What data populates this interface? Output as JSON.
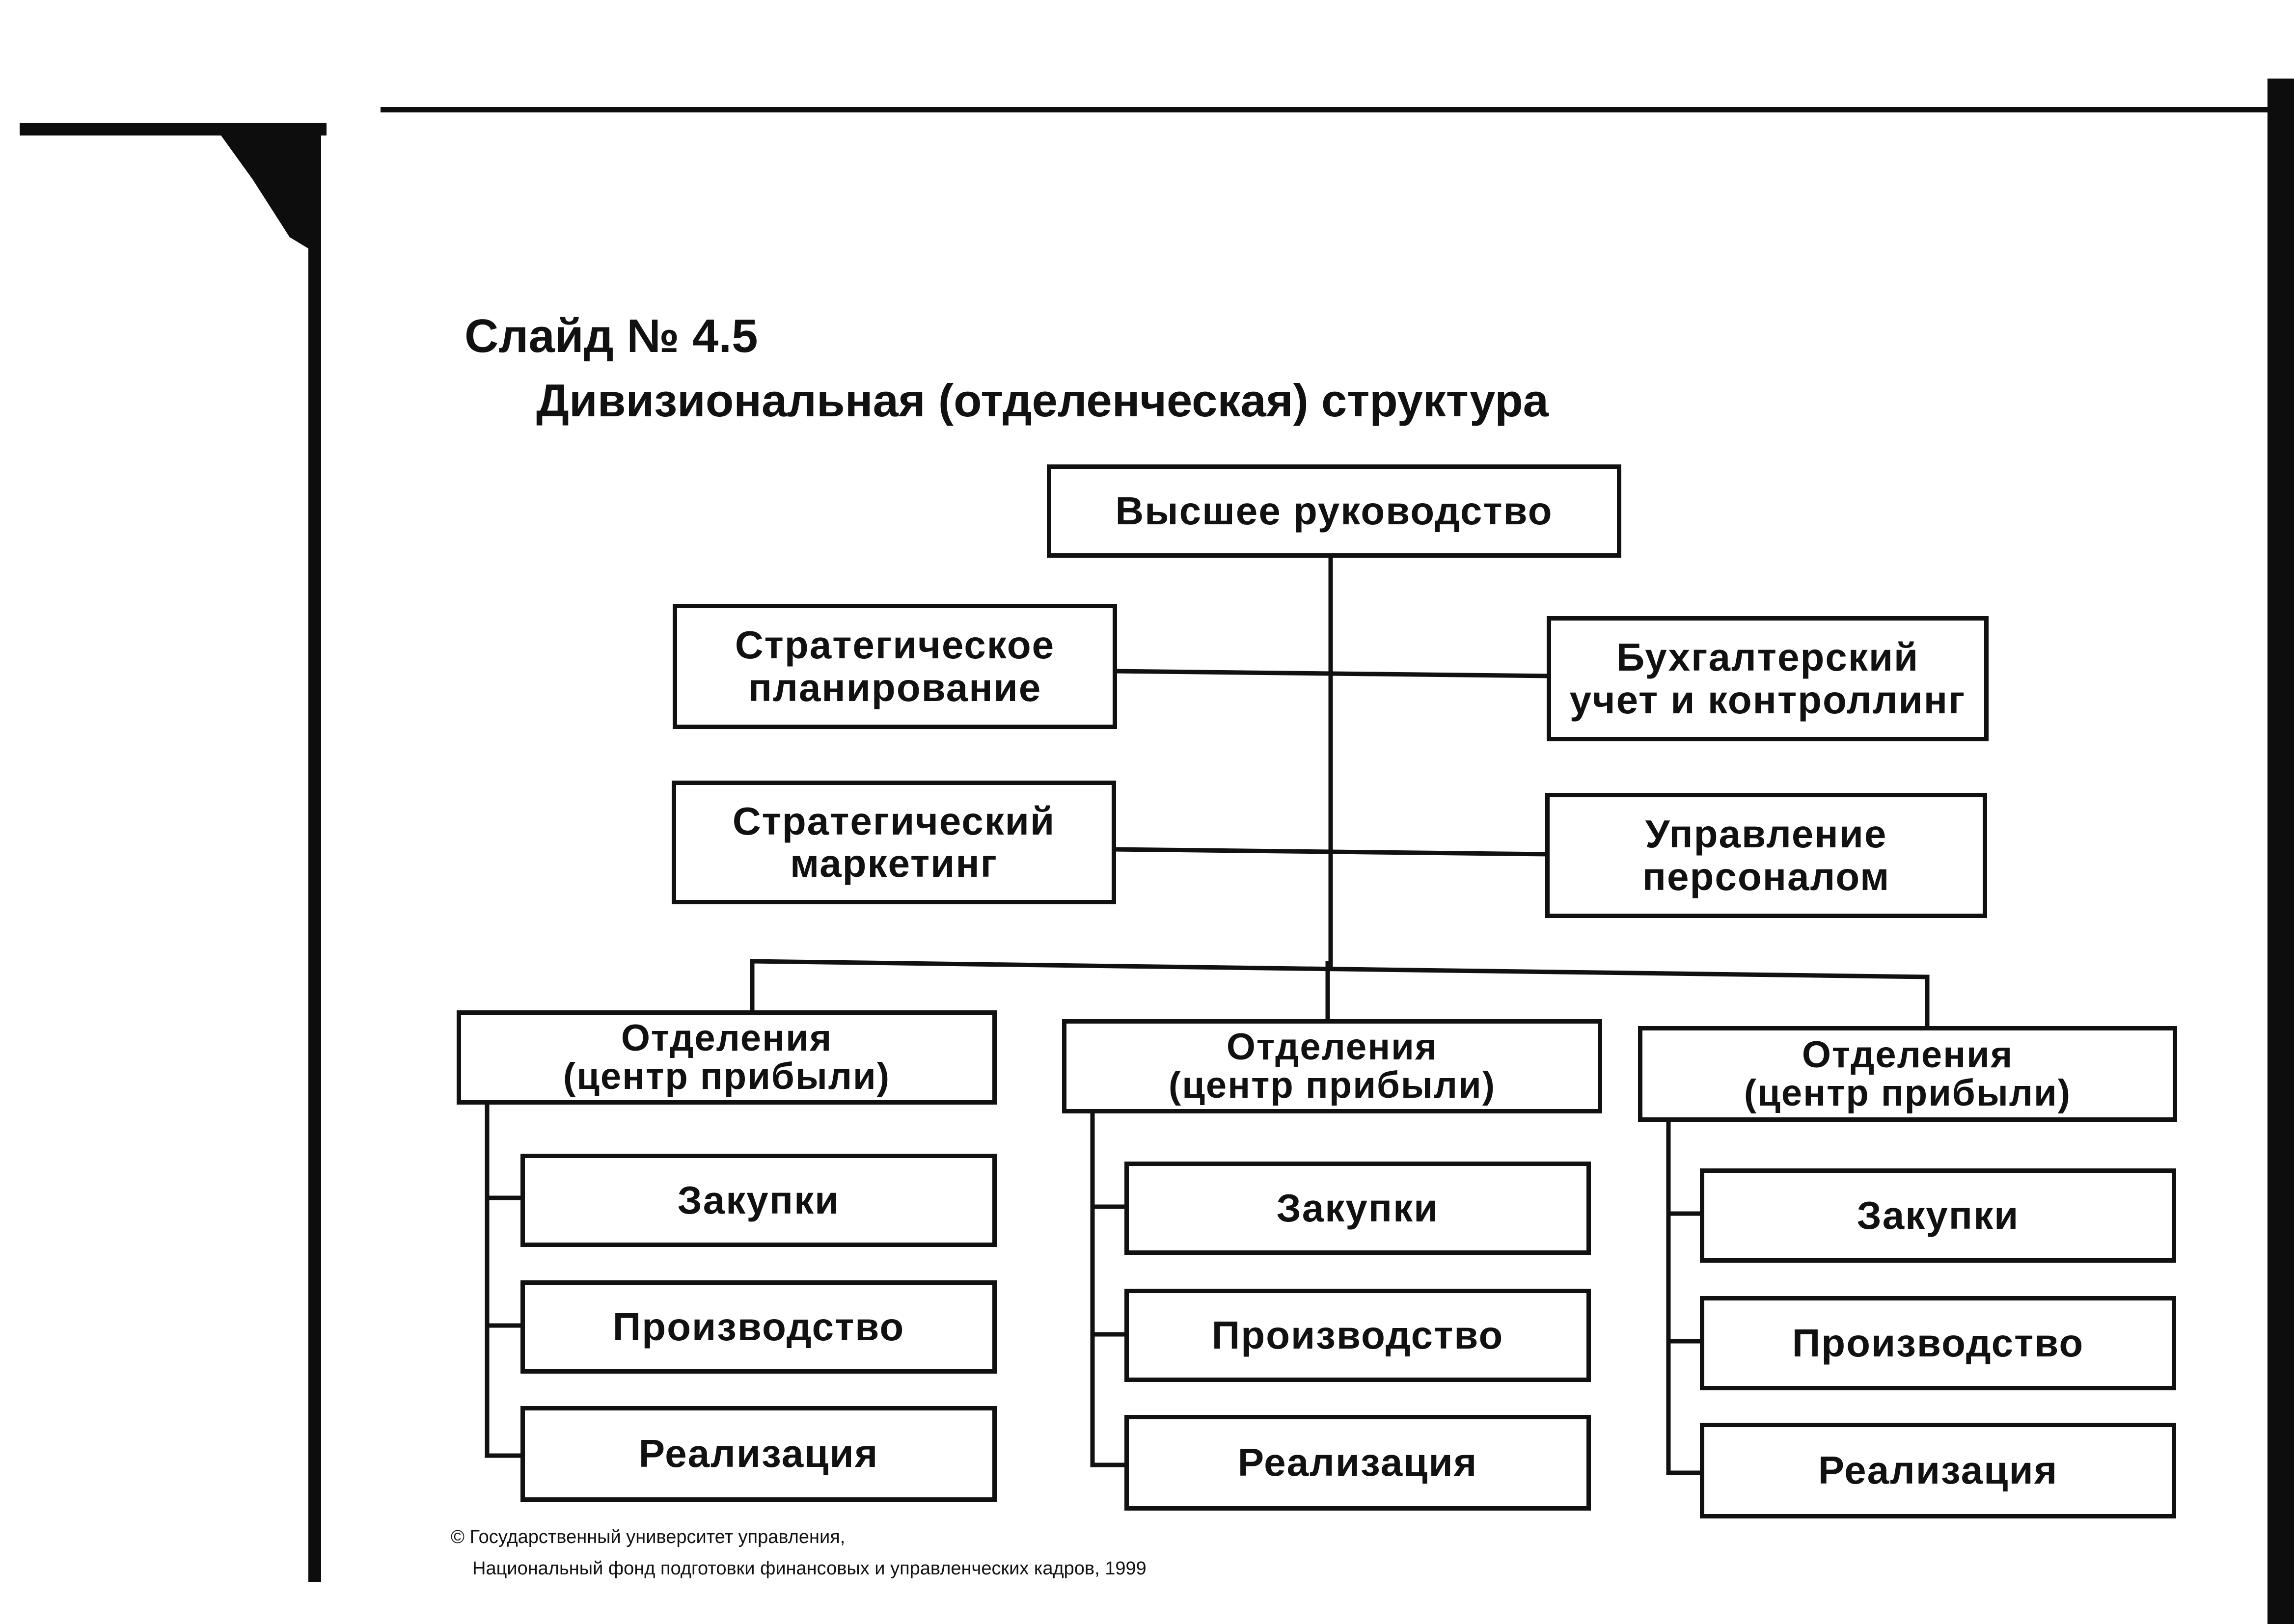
{
  "slide_number": "Слайд № 4.5",
  "title": "Дивизиональная (отделенческая) структура",
  "top": "Высшее руководство",
  "staff": {
    "strategic_planning": "Стратегическое\nпланирование",
    "accounting": "Бухгалтерский\nучет и контроллинг",
    "strategic_marketing": "Стратегический\nмаркетинг",
    "hr": "Управление\nперсоналом"
  },
  "divisions": [
    {
      "title": "Отделения\n(центр прибыли)",
      "units": [
        "Закупки",
        "Производство",
        "Реализация"
      ]
    },
    {
      "title": "Отделения\n(центр прибыли)",
      "units": [
        "Закупки",
        "Производство",
        "Реализация"
      ]
    },
    {
      "title": "Отделения\n(центр прибыли)",
      "units": [
        "Закупки",
        "Производство",
        "Реализация"
      ]
    }
  ],
  "footer": {
    "line1": "© Государственный университет управления,",
    "line2": "Национальный фонд подготовки финансовых и управленческих кадров, 1999"
  },
  "colors": {
    "ink": "#111111",
    "paper": "#ffffff"
  }
}
